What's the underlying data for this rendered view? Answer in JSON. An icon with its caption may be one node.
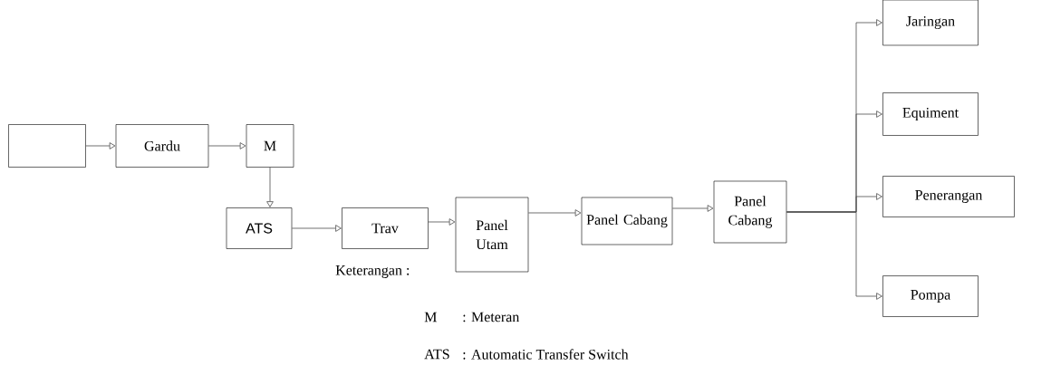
{
  "diagram": {
    "nodes": [
      {
        "text": [],
        "shape": "box"
      },
      {
        "text": [
          "Gardu"
        ]
      },
      {
        "text": [
          "M"
        ]
      },
      {
        "text": [
          "ATS"
        ]
      },
      {
        "text": [
          "Trav"
        ]
      },
      {
        "text": [
          "Panel Utam"
        ]
      },
      {
        "text": [
          "Panel Cabang"
        ]
      },
      {
        "text": [
          "Panel Cabang"
        ]
      },
      {
        "text": [
          "Jaringan"
        ]
      },
      {
        "text": [
          "Equiment"
        ]
      },
      {
        "text": [
          "Penerangan"
        ]
      },
      {
        "text": [
          "Pompa"
        ]
      }
    ],
    "edges": [
      {
        "from": 0,
        "to": 1,
        "arrow": "to"
      },
      {
        "from": 1,
        "to": 2,
        "arrow": "to"
      },
      {
        "from": 2,
        "to": 3,
        "arrow": "to"
      },
      {
        "from": 3,
        "to": 4,
        "arrow": "to"
      },
      {
        "from": 4,
        "to": 5,
        "arrow": "to"
      },
      {
        "from": 5,
        "to": 6,
        "arrow": "to"
      },
      {
        "from": 6,
        "to": 7,
        "arrow": "to"
      },
      {
        "from": 7,
        "to": 8,
        "arrow": "to"
      },
      {
        "from": 7,
        "to": 9,
        "arrow": "to"
      },
      {
        "from": 7,
        "to": 10,
        "arrow": "to"
      },
      {
        "from": 7,
        "to": 11,
        "arrow": "to"
      }
    ],
    "labels": [
      "Keterangan :",
      "M",
      ": Meteran",
      "ATS",
      ": Automatic Transfer Switch"
    ]
  }
}
